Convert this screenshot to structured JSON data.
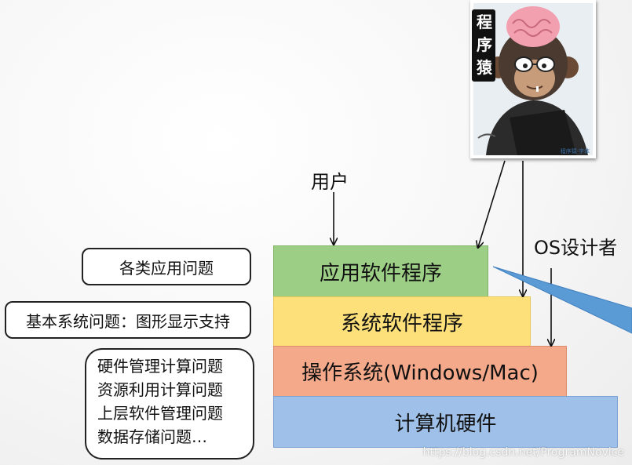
{
  "labels": {
    "user": "用户",
    "os_designer": "OS设计者"
  },
  "layers": [
    {
      "text": "应用软件程序",
      "color": "#9dce86"
    },
    {
      "text": "系统软件程序",
      "color": "#fde07a"
    },
    {
      "text": "操作系统(Windows/Mac)",
      "color": "#f4a98a"
    },
    {
      "text": "计算机硬件",
      "color": "#9fc0e8"
    }
  ],
  "issues": {
    "app": "各类应用问题",
    "system": "基本系统问题：图形显示支持",
    "os": [
      "硬件管理计算问题",
      "资源利用计算问题",
      "上层软件管理问题",
      "数据存储问题…"
    ]
  },
  "photo": {
    "badge": [
      "程",
      "序",
      "猿"
    ],
    "caption": "程序猿·字体"
  },
  "watermark": "https://blog.csdn.net/ProgramNovice"
}
